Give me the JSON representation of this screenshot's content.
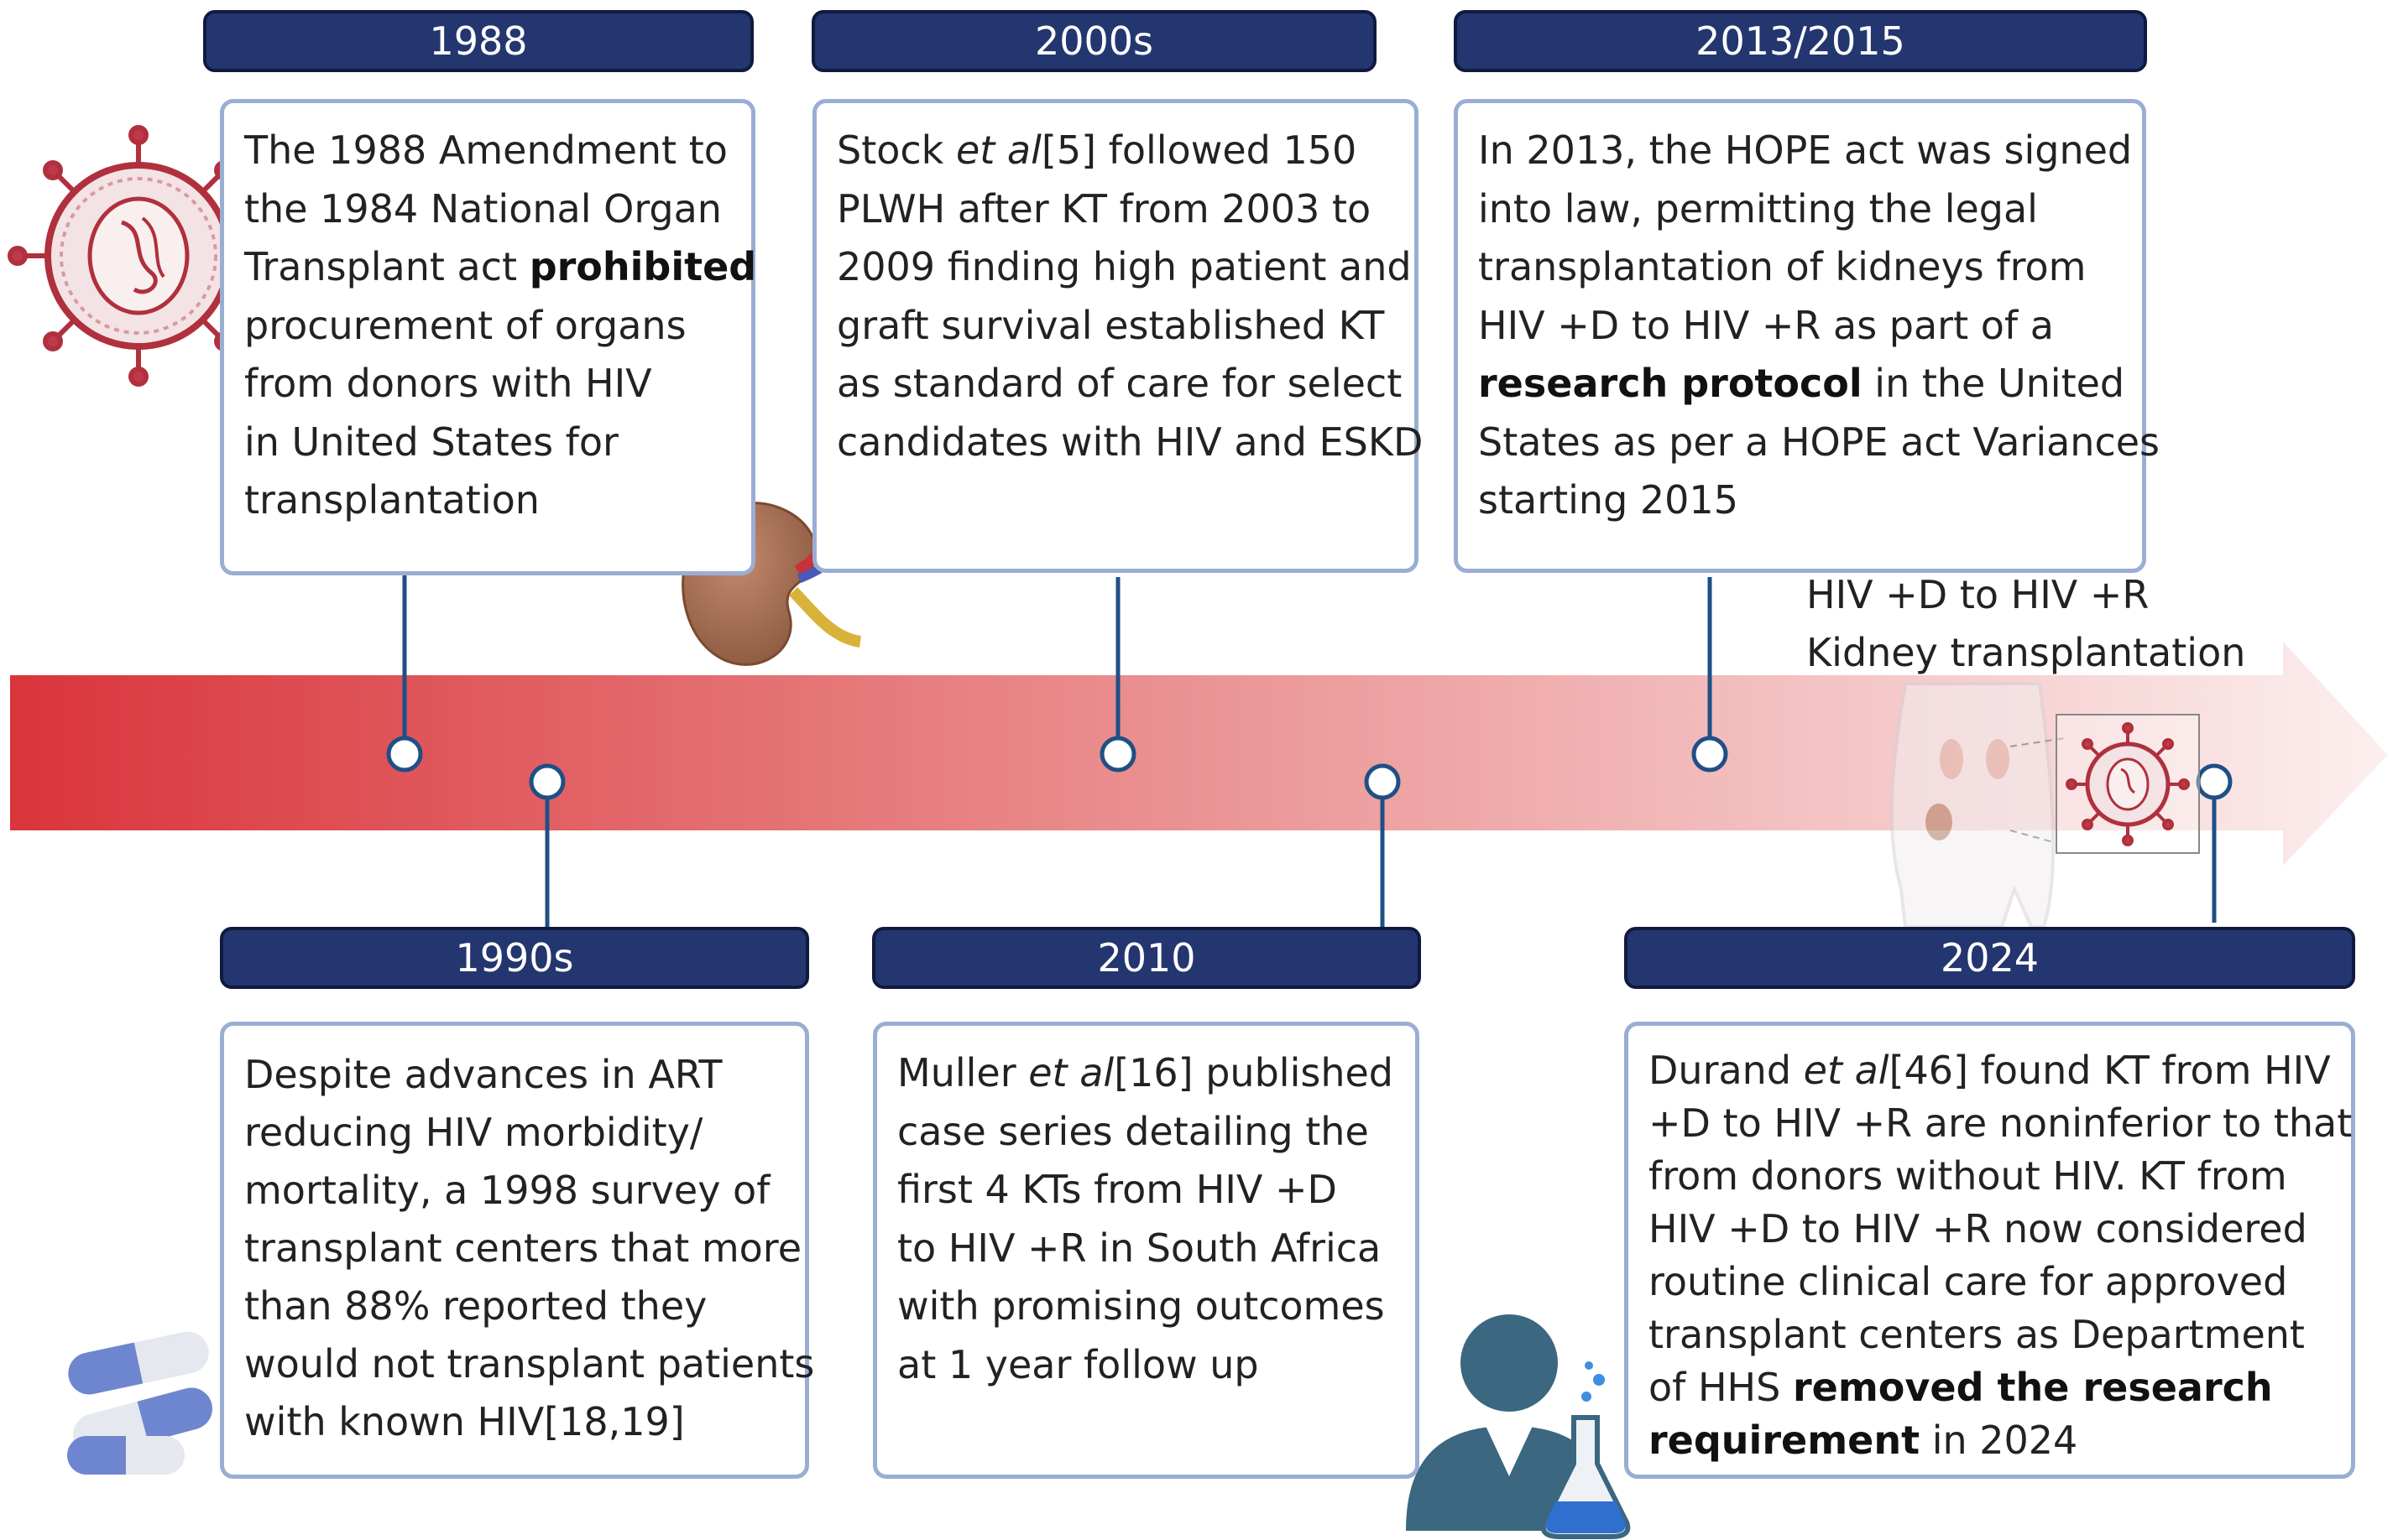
{
  "timeline": {
    "events": [
      {
        "id": "1988",
        "year": "1988",
        "lines": [
          [
            {
              "t": "The 1988 Amendment to"
            }
          ],
          [
            {
              "t": "the 1984 National Organ"
            }
          ],
          [
            {
              "t": "Transplant act "
            },
            {
              "t": "prohibited",
              "b": true
            }
          ],
          [
            {
              "t": "procurement of organs"
            }
          ],
          [
            {
              "t": "from donors with HIV"
            }
          ],
          [
            {
              "t": "in United States for"
            }
          ],
          [
            {
              "t": "transplantation"
            }
          ]
        ]
      },
      {
        "id": "2000s",
        "year": "2000s",
        "lines": [
          [
            {
              "t": "Stock "
            },
            {
              "t": "et al",
              "i": true
            },
            {
              "t": "[5] followed 150"
            }
          ],
          [
            {
              "t": "PLWH after KT from 2003 to"
            }
          ],
          [
            {
              "t": "2009 finding high patient and"
            }
          ],
          [
            {
              "t": "graft survival established KT"
            }
          ],
          [
            {
              "t": "as standard of care for select"
            }
          ],
          [
            {
              "t": "candidates with HIV and ESKD"
            }
          ]
        ]
      },
      {
        "id": "2013",
        "year": "2013/2015",
        "lines": [
          [
            {
              "t": "In 2013, the HOPE act was signed"
            }
          ],
          [
            {
              "t": "into law, permitting the legal"
            }
          ],
          [
            {
              "t": "transplantation of kidneys from"
            }
          ],
          [
            {
              "t": "HIV +D to HIV +R as part of a"
            }
          ],
          [
            {
              "t": "research protocol",
              "b": true
            },
            {
              "t": " in the United"
            }
          ],
          [
            {
              "t": "States as per a HOPE act Variances"
            }
          ],
          [
            {
              "t": "starting 2015"
            }
          ]
        ]
      },
      {
        "id": "1990s",
        "year": "1990s",
        "lines": [
          [
            {
              "t": "Despite advances in ART"
            }
          ],
          [
            {
              "t": "reducing HIV morbidity/"
            }
          ],
          [
            {
              "t": "mortality, a 1998 survey of"
            }
          ],
          [
            {
              "t": "transplant centers that more"
            }
          ],
          [
            {
              "t": "than 88% reported they"
            }
          ],
          [
            {
              "t": "would not transplant patients"
            }
          ],
          [
            {
              "t": "with known HIV[18,19]"
            }
          ]
        ]
      },
      {
        "id": "2010",
        "year": "2010",
        "lines": [
          [
            {
              "t": "Muller "
            },
            {
              "t": "et al",
              "i": true
            },
            {
              "t": "[16] published"
            }
          ],
          [
            {
              "t": "case series detailing the"
            }
          ],
          [
            {
              "t": "first 4 KTs from HIV +D"
            }
          ],
          [
            {
              "t": "to HIV +R in South Africa"
            }
          ],
          [
            {
              "t": "with promising outcomes"
            }
          ],
          [
            {
              "t": "at 1 year follow up"
            }
          ]
        ]
      },
      {
        "id": "2024",
        "year": "2024",
        "lines": [
          [
            {
              "t": "Durand "
            },
            {
              "t": "et al",
              "i": true
            },
            {
              "t": "[46] found KT from HIV"
            }
          ],
          [
            {
              "t": "+D to HIV +R are noninferior to that"
            }
          ],
          [
            {
              "t": "from donors without HIV. KT from"
            }
          ],
          [
            {
              "t": "HIV +D to HIV +R now considered"
            }
          ],
          [
            {
              "t": "routine clinical care for approved"
            }
          ],
          [
            {
              "t": "transplant centers as Department"
            }
          ],
          [
            {
              "t": "of HHS "
            },
            {
              "t": "removed the research",
              "b": true
            }
          ],
          [
            {
              "t": "requirement",
              "b": true
            },
            {
              "t": " in 2024"
            }
          ]
        ]
      }
    ],
    "illustration_caption": [
      "HIV +D to HIV +R",
      "Kidney transplantation"
    ]
  },
  "colors": {
    "header_fill": "#243670",
    "box_border": "#9aaed3",
    "connector": "#1f4f86",
    "arrow_start": "#d9353b",
    "arrow_end": "#fbeaea"
  },
  "icons": [
    "virus-icon",
    "kidney-icon",
    "pills-icon",
    "scientist-icon",
    "torso-icon"
  ]
}
